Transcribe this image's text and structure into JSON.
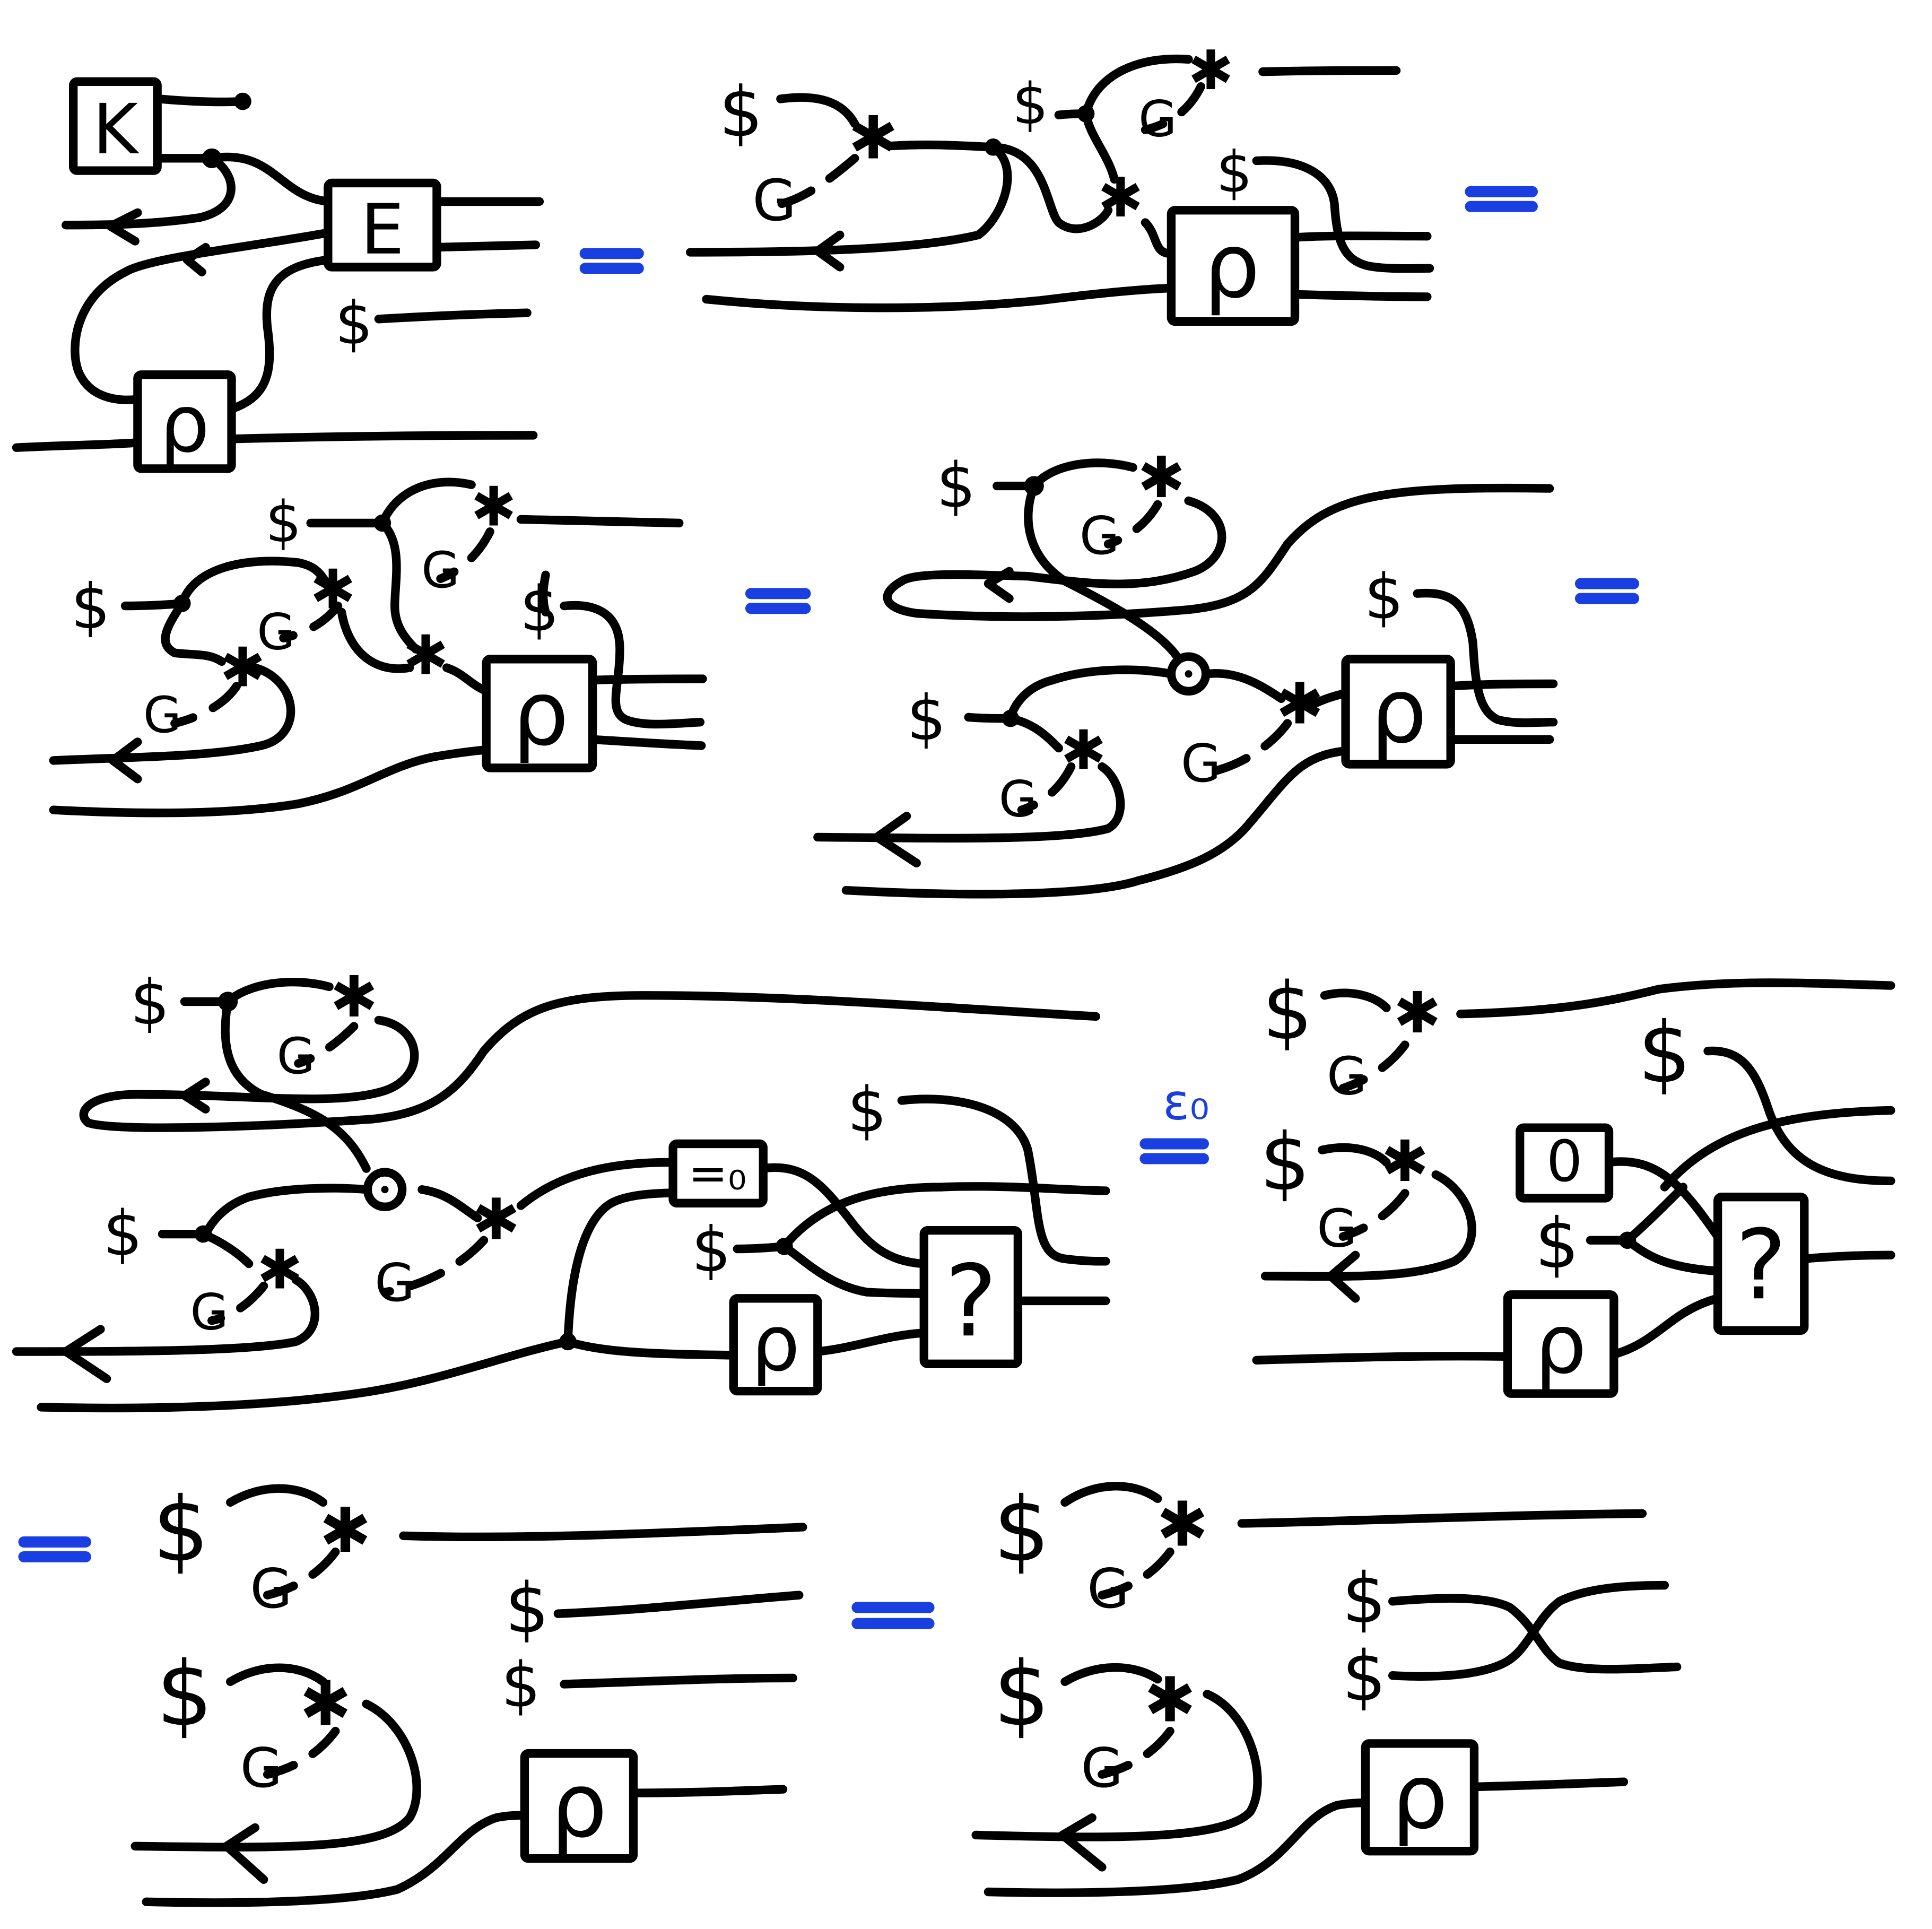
{
  "colors": {
    "ink": "#000000",
    "equals": "#1a3fe0"
  },
  "symbols": {
    "state_box": "ρ",
    "k_box": "K",
    "e_box": "E",
    "unknown_box": "?",
    "zero_box": "0",
    "eq_zero_box": "=₀",
    "dollar": "$",
    "g": "G",
    "star": "✱",
    "copy_node": "⊙",
    "eq_sub": "ε₀"
  }
}
